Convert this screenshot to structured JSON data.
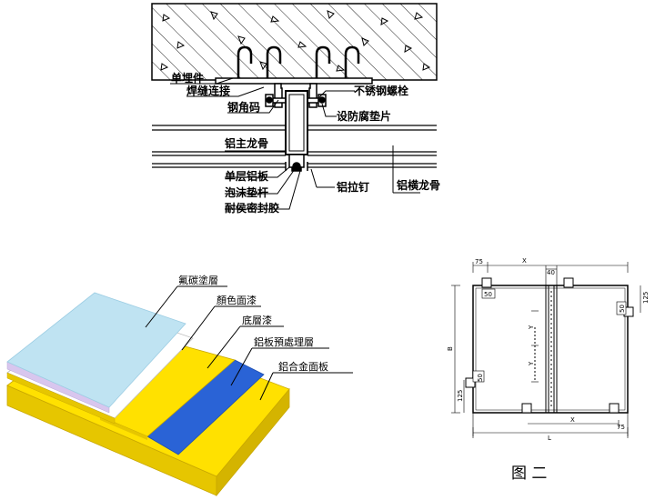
{
  "section_detail": {
    "labels": {
      "embedded_part": "单埋件",
      "weld": "焊缝连接",
      "steel_angle": "钢角码",
      "stainless_bolt": "不锈钢螺栓",
      "anticorrosion_pad": "设防腐垫片",
      "main_keel": "铝主龙骨",
      "single_panel": "单层铝板",
      "foam_rod": "泡沫垫杆",
      "sealant": "耐侯密封胶",
      "rivet": "铝拉钉",
      "cross_keel": "铝横龙骨"
    }
  },
  "layer_diagram": {
    "labels": {
      "fluorocarbon": "氟碳塗層",
      "color_coat": "顏色面漆",
      "primer": "底層漆",
      "pretreatment": "鋁板預處理層",
      "alloy_panel": "鋁合金面板"
    },
    "colors": {
      "fluorocarbon": "#bfe3f2",
      "color_coat": "#ffffff",
      "primer": "#ffe100",
      "pretreatment": "#2a63d6",
      "alloy_panel": "#ffe100",
      "edge_lilac": "#d8c6ee"
    }
  },
  "panel_layout": {
    "dims": {
      "d75_top": "75",
      "x_top": "X",
      "d40": "40",
      "d50_tl": "50",
      "d125_right": "125",
      "d50_right": "50",
      "b": "B",
      "y1": "Y",
      "y2": "Y",
      "d50_left": "50",
      "d125_left": "125",
      "x_bottom": "X",
      "d75_bottom": "75",
      "l": "L"
    },
    "caption": "图 二"
  }
}
